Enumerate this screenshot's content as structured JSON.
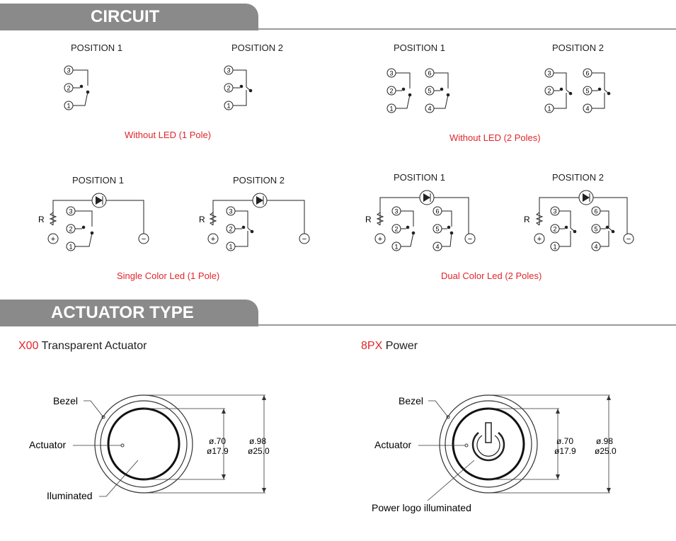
{
  "sections": {
    "circuit": "CIRCUIT",
    "actuator": "ACTUATOR TYPE"
  },
  "positions": {
    "p1": "POSITION 1",
    "p2": "POSITION 2"
  },
  "captions": {
    "without_led_1": "Without LED (1 Pole)",
    "without_led_2": "Without LED (2 Poles)",
    "single_led": "Single Color Led (1 Pole)",
    "dual_led": "Dual Color Led (2 Poles)"
  },
  "terminals": [
    "1",
    "2",
    "3",
    "4",
    "5",
    "6"
  ],
  "circuit_symbols": {
    "resistor": "R",
    "plus": "+",
    "minus": "−"
  },
  "actuators": {
    "x00": {
      "code": "X00",
      "name": "Transparent Actuator",
      "labels": {
        "bezel": "Bezel",
        "actuator": "Actuator",
        "illuminated": "Iluminated"
      },
      "dims": {
        "inner_in": "ø.70",
        "inner_mm": "ø17.9",
        "outer_in": "ø.98",
        "outer_mm": "ø25.0"
      }
    },
    "8px": {
      "code": "8PX",
      "name": "Power",
      "labels": {
        "bezel": "Bezel",
        "actuator": "Actuator",
        "illuminated": "Power logo illuminated"
      },
      "dims": {
        "inner_in": "ø.70",
        "inner_mm": "ø17.9",
        "outer_in": "ø.98",
        "outer_mm": "ø25.0"
      }
    }
  },
  "colors": {
    "accent_red": "#e0262b",
    "bar_gray": "#8a8a8a"
  }
}
